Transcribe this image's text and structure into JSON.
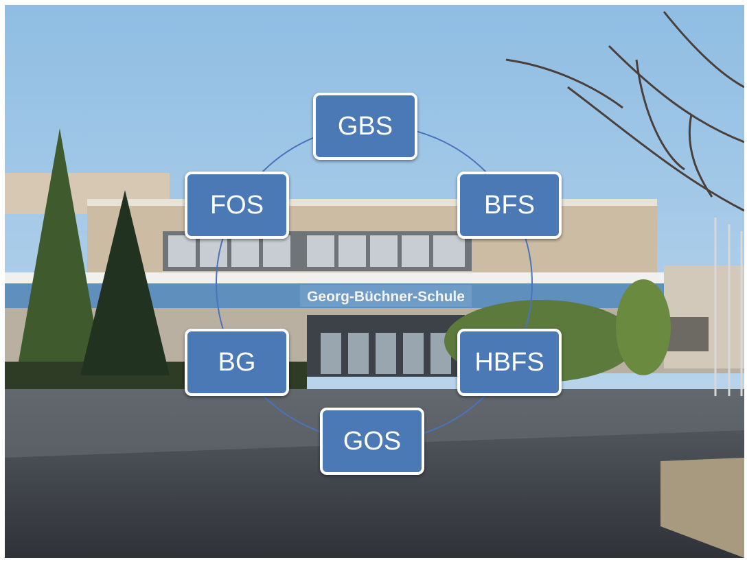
{
  "diagram": {
    "sign_text": "Georg-Büchner-Schule",
    "node_color": "#4b79b6",
    "ring_color": "#4a73b9",
    "nodes": [
      {
        "id": "gbs",
        "label": "GBS"
      },
      {
        "id": "bfs",
        "label": "BFS"
      },
      {
        "id": "hbfs",
        "label": "HBFS"
      },
      {
        "id": "gos",
        "label": "GOS"
      },
      {
        "id": "bg",
        "label": "BG"
      },
      {
        "id": "fos",
        "label": "FOS"
      }
    ]
  }
}
